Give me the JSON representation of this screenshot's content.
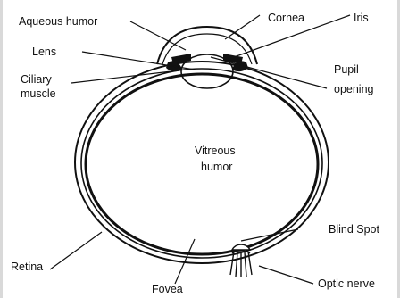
{
  "diagram": {
    "labels": {
      "aqueous_humor": "Aqueous humor",
      "cornea": "Cornea",
      "iris": "Iris",
      "lens": "Lens",
      "ciliary_muscle_line1": "Ciliary",
      "ciliary_muscle_line2": "muscle",
      "pupil_line1": "Pupil",
      "pupil_line2": "opening",
      "vitreous_line1": "Vitreous",
      "vitreous_line2": "humor",
      "blind_spot": "Blind Spot",
      "retina": "Retina",
      "fovea": "Fovea",
      "optic_nerve": "Optic nerve"
    },
    "colors": {
      "ink": "#111111",
      "background": "#ffffff",
      "edge": "#d9d9d9"
    }
  }
}
